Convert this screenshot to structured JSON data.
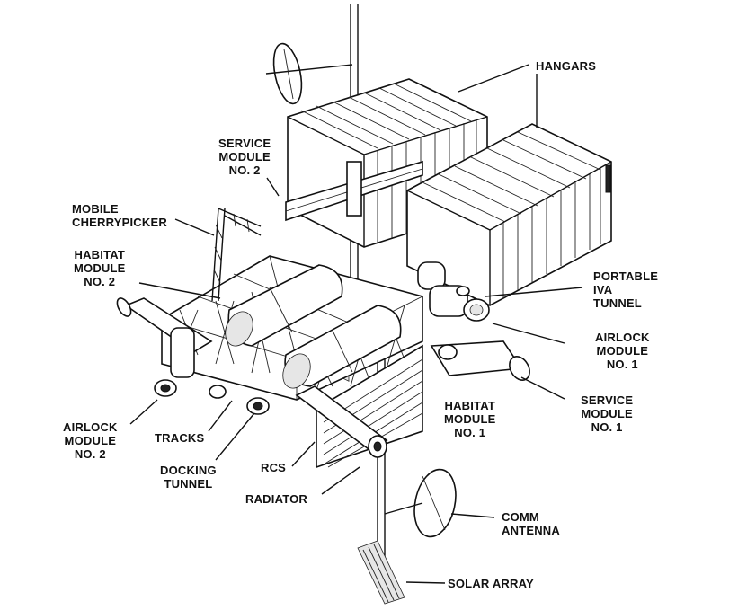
{
  "labels": {
    "hangars": "HANGARS",
    "service_module_2": "SERVICE\nMODULE\nNO. 2",
    "mobile_cherrypicker": "MOBILE\nCHERRYPICKER",
    "habitat_module_2": "HABITAT\nMODULE\nNO. 2",
    "portable_iva_tunnel": "PORTABLE\nIVA\nTUNNEL",
    "airlock_module_1": "AIRLOCK\nMODULE\nNO. 1",
    "service_module_1": "SERVICE\nMODULE\nNO. 1",
    "habitat_module_1": "HABITAT\nMODULE\nNO. 1",
    "airlock_module_2": "AIRLOCK\nMODULE\nNO. 2",
    "tracks": "TRACKS",
    "docking_tunnel": "DOCKING\nTUNNEL",
    "rcs": "RCS",
    "radiator": "RADIATOR",
    "comm_antenna": "COMM\nANTENNA",
    "solar_array": "SOLAR ARRAY"
  },
  "colors": {
    "ink": "#111111",
    "background": "#ffffff"
  }
}
